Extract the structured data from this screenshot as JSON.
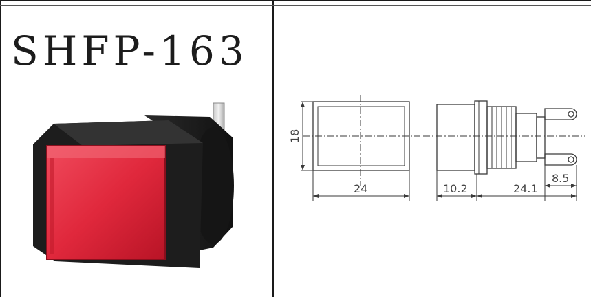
{
  "model": "SHFP-163",
  "dimensions": {
    "height": "18",
    "front_width": "24",
    "bezel_depth": "10.2",
    "body_length": "24.1",
    "terminal_length": "8.5"
  },
  "colors": {
    "lens": "#e0283c",
    "housing": "#1e1e1e",
    "line": "#3a3a3a"
  }
}
